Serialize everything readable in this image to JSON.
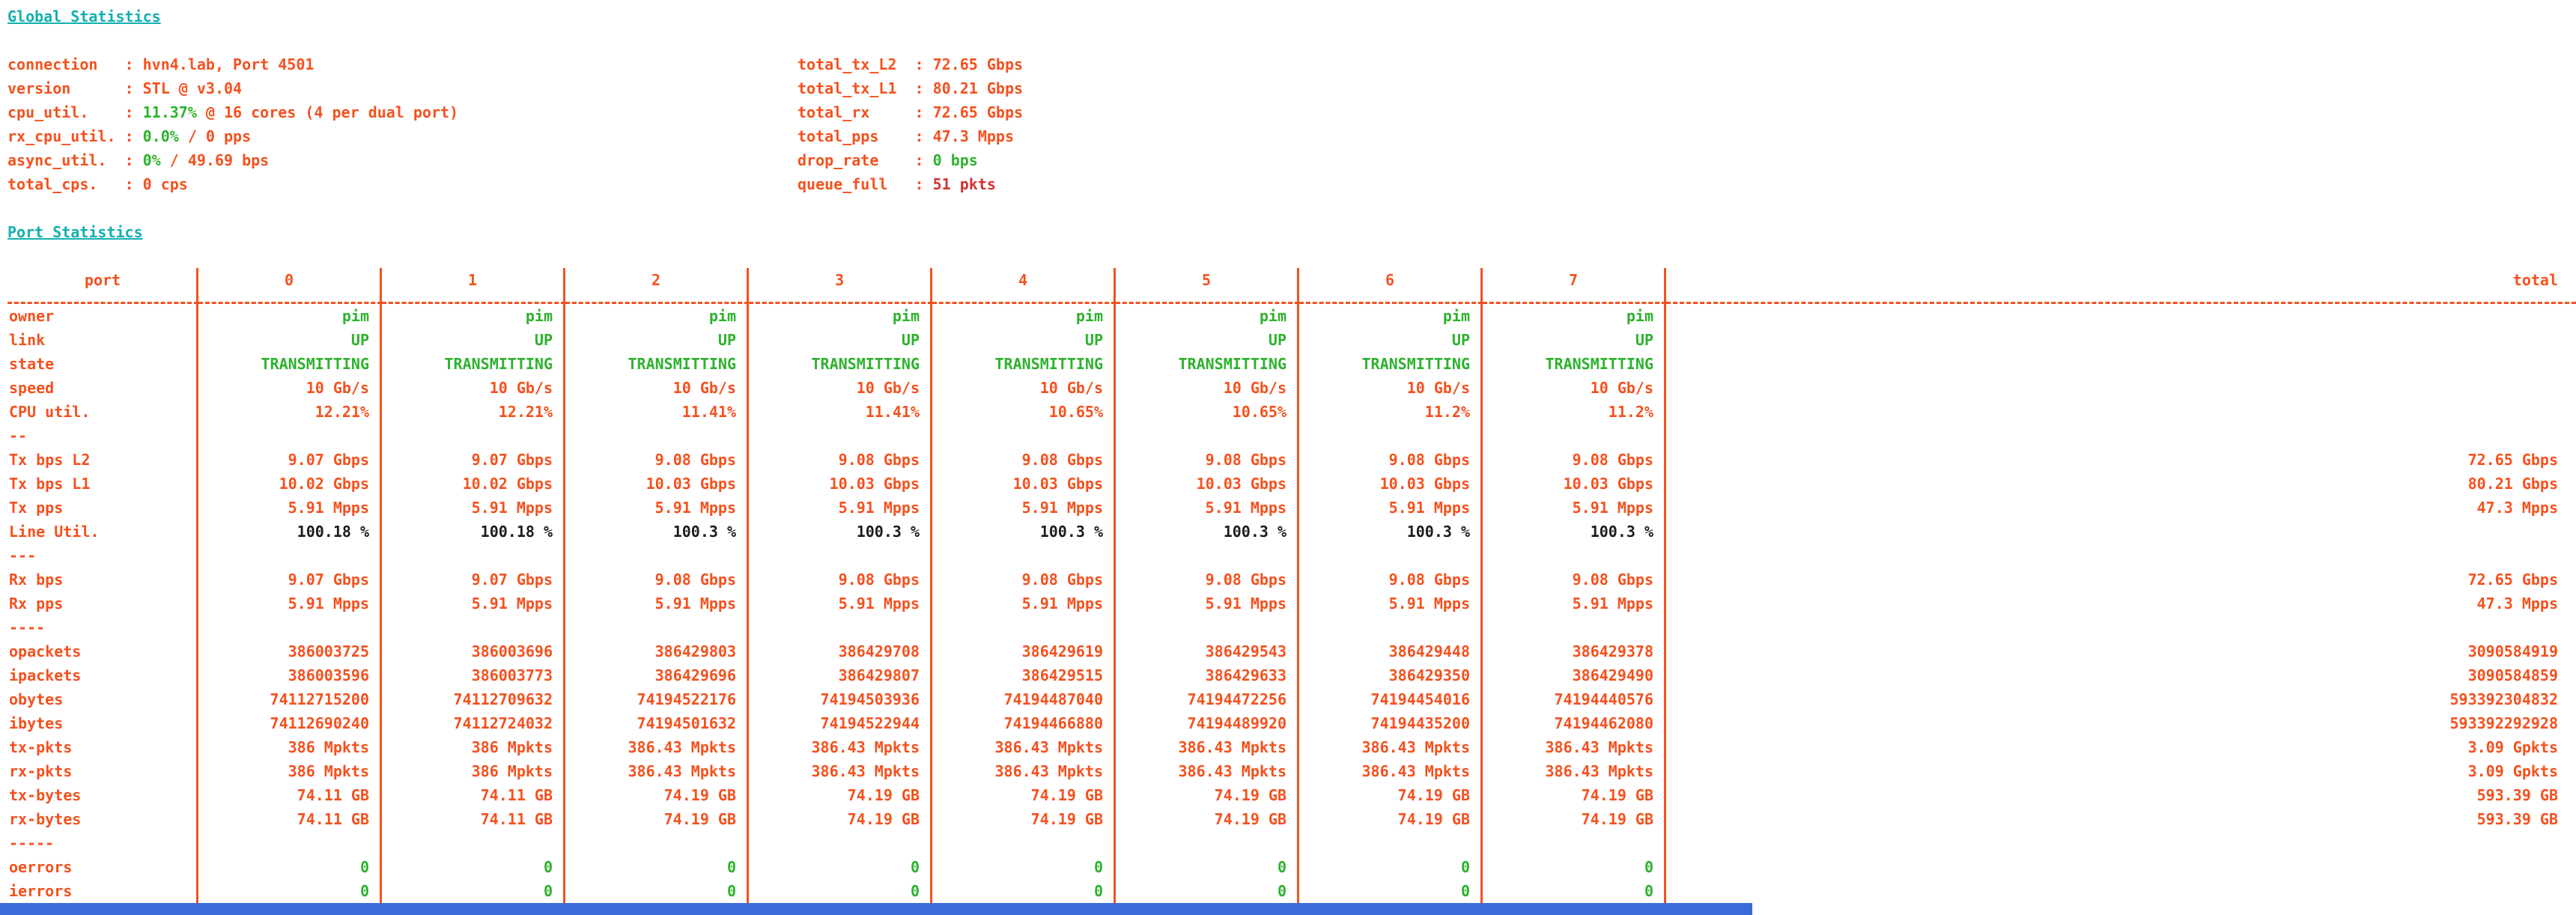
{
  "colors": {
    "orange": "#f4511e",
    "green": "#2db22d",
    "teal": "#12b0ae",
    "dark": "#1c1c1c",
    "red": "#d63030",
    "blue": "#3a6bd8",
    "background": "#ffffff"
  },
  "fmt": {
    "colon": ": "
  },
  "global": {
    "title": "Global Statistics",
    "left": [
      {
        "label": "connection",
        "segments": [
          {
            "t": "hvn4.lab, Port 4501",
            "c": "orange"
          }
        ]
      },
      {
        "label": "version",
        "segments": [
          {
            "t": "STL @ v3.04",
            "c": "orange"
          }
        ]
      },
      {
        "label": "cpu_util.",
        "segments": [
          {
            "t": "11.37%",
            "c": "green"
          },
          {
            "t": " @ 16 cores (4 per dual port)",
            "c": "orange"
          }
        ]
      },
      {
        "label": "rx_cpu_util.",
        "segments": [
          {
            "t": "0.0%",
            "c": "green"
          },
          {
            "t": " / 0 pps",
            "c": "orange"
          }
        ]
      },
      {
        "label": "async_util.",
        "segments": [
          {
            "t": "0%",
            "c": "green"
          },
          {
            "t": " / 49.69 bps",
            "c": "orange"
          }
        ]
      },
      {
        "label": "total_cps.",
        "segments": [
          {
            "t": "0 cps",
            "c": "orange"
          }
        ]
      }
    ],
    "right": [
      {
        "label": "total_tx_L2",
        "segments": [
          {
            "t": "72.65 Gbps",
            "c": "orange"
          }
        ]
      },
      {
        "label": "total_tx_L1",
        "segments": [
          {
            "t": "80.21 Gbps",
            "c": "orange"
          }
        ]
      },
      {
        "label": "total_rx",
        "segments": [
          {
            "t": "72.65 Gbps",
            "c": "orange"
          }
        ]
      },
      {
        "label": "total_pps",
        "segments": [
          {
            "t": "47.3 Mpps",
            "c": "orange"
          }
        ]
      },
      {
        "label": "drop_rate",
        "segments": [
          {
            "t": "0 bps",
            "c": "green"
          }
        ]
      },
      {
        "label": "queue_full",
        "segments": [
          {
            "t": "51 pkts",
            "c": "red"
          }
        ]
      }
    ]
  },
  "ports": {
    "title": "Port Statistics",
    "header": {
      "label": "port",
      "columns": [
        "0",
        "1",
        "2",
        "3",
        "4",
        "5",
        "6",
        "7",
        "total"
      ]
    },
    "rows": [
      {
        "label": "owner",
        "vcolor": "green",
        "values": [
          "pim",
          "pim",
          "pim",
          "pim",
          "pim",
          "pim",
          "pim",
          "pim",
          ""
        ]
      },
      {
        "label": "link",
        "vcolor": "green",
        "values": [
          "UP",
          "UP",
          "UP",
          "UP",
          "UP",
          "UP",
          "UP",
          "UP",
          ""
        ]
      },
      {
        "label": "state",
        "vcolor": "green",
        "values": [
          "TRANSMITTING",
          "TRANSMITTING",
          "TRANSMITTING",
          "TRANSMITTING",
          "TRANSMITTING",
          "TRANSMITTING",
          "TRANSMITTING",
          "TRANSMITTING",
          ""
        ]
      },
      {
        "label": "speed",
        "vcolor": "orange",
        "values": [
          "10 Gb/s",
          "10 Gb/s",
          "10 Gb/s",
          "10 Gb/s",
          "10 Gb/s",
          "10 Gb/s",
          "10 Gb/s",
          "10 Gb/s",
          ""
        ]
      },
      {
        "label": "CPU util.",
        "vcolor": "orange",
        "values": [
          "12.21%",
          "12.21%",
          "11.41%",
          "11.41%",
          "10.65%",
          "10.65%",
          "11.2%",
          "11.2%",
          ""
        ]
      },
      {
        "label": "--",
        "vcolor": "orange",
        "values": [
          "",
          "",
          "",
          "",
          "",
          "",
          "",
          "",
          ""
        ]
      },
      {
        "label": "Tx bps L2",
        "vcolor": "orange",
        "values": [
          "9.07 Gbps",
          "9.07 Gbps",
          "9.08 Gbps",
          "9.08 Gbps",
          "9.08 Gbps",
          "9.08 Gbps",
          "9.08 Gbps",
          "9.08 Gbps",
          "72.65 Gbps"
        ]
      },
      {
        "label": "Tx bps L1",
        "vcolor": "orange",
        "values": [
          "10.02 Gbps",
          "10.02 Gbps",
          "10.03 Gbps",
          "10.03 Gbps",
          "10.03 Gbps",
          "10.03 Gbps",
          "10.03 Gbps",
          "10.03 Gbps",
          "80.21 Gbps"
        ]
      },
      {
        "label": "Tx pps",
        "vcolor": "orange",
        "values": [
          "5.91 Mpps",
          "5.91 Mpps",
          "5.91 Mpps",
          "5.91 Mpps",
          "5.91 Mpps",
          "5.91 Mpps",
          "5.91 Mpps",
          "5.91 Mpps",
          "47.3 Mpps"
        ]
      },
      {
        "label": "Line Util.",
        "vcolor": "dark",
        "values": [
          "100.18 %",
          "100.18 %",
          "100.3 %",
          "100.3 %",
          "100.3 %",
          "100.3 %",
          "100.3 %",
          "100.3 %",
          ""
        ]
      },
      {
        "label": "---",
        "vcolor": "orange",
        "values": [
          "",
          "",
          "",
          "",
          "",
          "",
          "",
          "",
          ""
        ]
      },
      {
        "label": "Rx bps",
        "vcolor": "orange",
        "values": [
          "9.07 Gbps",
          "9.07 Gbps",
          "9.08 Gbps",
          "9.08 Gbps",
          "9.08 Gbps",
          "9.08 Gbps",
          "9.08 Gbps",
          "9.08 Gbps",
          "72.65 Gbps"
        ]
      },
      {
        "label": "Rx pps",
        "vcolor": "orange",
        "values": [
          "5.91 Mpps",
          "5.91 Mpps",
          "5.91 Mpps",
          "5.91 Mpps",
          "5.91 Mpps",
          "5.91 Mpps",
          "5.91 Mpps",
          "5.91 Mpps",
          "47.3 Mpps"
        ]
      },
      {
        "label": "----",
        "vcolor": "orange",
        "values": [
          "",
          "",
          "",
          "",
          "",
          "",
          "",
          "",
          ""
        ]
      },
      {
        "label": "opackets",
        "vcolor": "orange",
        "values": [
          "386003725",
          "386003696",
          "386429803",
          "386429708",
          "386429619",
          "386429543",
          "386429448",
          "386429378",
          "3090584919"
        ]
      },
      {
        "label": "ipackets",
        "vcolor": "orange",
        "values": [
          "386003596",
          "386003773",
          "386429696",
          "386429807",
          "386429515",
          "386429633",
          "386429350",
          "386429490",
          "3090584859"
        ]
      },
      {
        "label": "obytes",
        "vcolor": "orange",
        "values": [
          "74112715200",
          "74112709632",
          "74194522176",
          "74194503936",
          "74194487040",
          "74194472256",
          "74194454016",
          "74194440576",
          "593392304832"
        ]
      },
      {
        "label": "ibytes",
        "vcolor": "orange",
        "values": [
          "74112690240",
          "74112724032",
          "74194501632",
          "74194522944",
          "74194466880",
          "74194489920",
          "74194435200",
          "74194462080",
          "593392292928"
        ]
      },
      {
        "label": "tx-pkts",
        "vcolor": "orange",
        "values": [
          "386 Mpkts",
          "386 Mpkts",
          "386.43 Mpkts",
          "386.43 Mpkts",
          "386.43 Mpkts",
          "386.43 Mpkts",
          "386.43 Mpkts",
          "386.43 Mpkts",
          "3.09 Gpkts"
        ]
      },
      {
        "label": "rx-pkts",
        "vcolor": "orange",
        "values": [
          "386 Mpkts",
          "386 Mpkts",
          "386.43 Mpkts",
          "386.43 Mpkts",
          "386.43 Mpkts",
          "386.43 Mpkts",
          "386.43 Mpkts",
          "386.43 Mpkts",
          "3.09 Gpkts"
        ]
      },
      {
        "label": "tx-bytes",
        "vcolor": "orange",
        "values": [
          "74.11 GB",
          "74.11 GB",
          "74.19 GB",
          "74.19 GB",
          "74.19 GB",
          "74.19 GB",
          "74.19 GB",
          "74.19 GB",
          "593.39 GB"
        ]
      },
      {
        "label": "rx-bytes",
        "vcolor": "orange",
        "values": [
          "74.11 GB",
          "74.11 GB",
          "74.19 GB",
          "74.19 GB",
          "74.19 GB",
          "74.19 GB",
          "74.19 GB",
          "74.19 GB",
          "593.39 GB"
        ]
      },
      {
        "label": "-----",
        "vcolor": "orange",
        "values": [
          "",
          "",
          "",
          "",
          "",
          "",
          "",
          "",
          ""
        ]
      },
      {
        "label": "oerrors",
        "vcolor": "green",
        "values": [
          "0",
          "0",
          "0",
          "0",
          "0",
          "0",
          "0",
          "0",
          ""
        ]
      },
      {
        "label": "ierrors",
        "vcolor": "green",
        "values": [
          "0",
          "0",
          "0",
          "0",
          "0",
          "0",
          "0",
          "0",
          ""
        ]
      }
    ]
  }
}
